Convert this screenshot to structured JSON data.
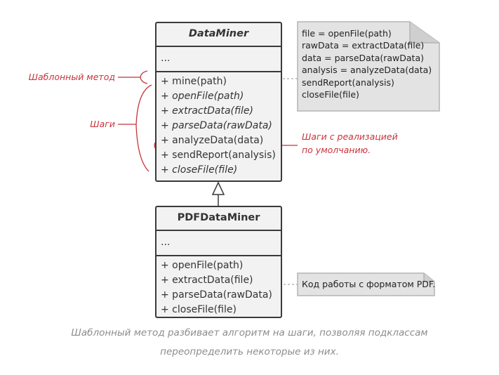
{
  "base_class": {
    "name": "DataMiner",
    "attributes": "...",
    "operations": [
      {
        "text": "+ mine(path)",
        "abstract": false
      },
      {
        "text": "+ openFile(path)",
        "abstract": true
      },
      {
        "text": "+ extractData(file)",
        "abstract": true
      },
      {
        "text": "+ parseData(rawData)",
        "abstract": true
      },
      {
        "text": "+ analyzeData(data)",
        "abstract": false
      },
      {
        "text": "+ sendReport(analysis)",
        "abstract": false
      },
      {
        "text": "+ closeFile(file)",
        "abstract": true
      }
    ]
  },
  "sub_class": {
    "name": "PDFDataMiner",
    "attributes": "...",
    "operations": [
      {
        "text": "+ openFile(path)"
      },
      {
        "text": "+ extractData(file)"
      },
      {
        "text": "+ parseData(rawData)"
      },
      {
        "text": "+ closeFile(file)"
      }
    ]
  },
  "template_note": {
    "lines": [
      "file = openFile(path)",
      "rawData = extractData(file)",
      "data = parseData(rawData)",
      "analysis = analyzeData(data)",
      "sendReport(analysis)",
      "closeFile(file)"
    ]
  },
  "pdf_note": {
    "text": "Код работы с форматом PDF."
  },
  "annotations": {
    "template_method": "Шаблонный метод",
    "steps": "Шаги",
    "default_steps_line1": "Шаги с реализацией",
    "default_steps_line2": "по умолчанию."
  },
  "caption": {
    "line1": "Шаблонный метод разбивает алгоритм на шаги, позволяя подклассам",
    "line2": "переопределить некоторые из них."
  },
  "colors": {
    "class_fill": "#f2f2f2",
    "class_border": "#3a3a3a",
    "note_fill": "#e3e3e3",
    "note_border": "#b4b4b4",
    "highlight": "#c8323c",
    "highlight_fill": "#f6d6d8",
    "caption": "#8c8c8c"
  }
}
